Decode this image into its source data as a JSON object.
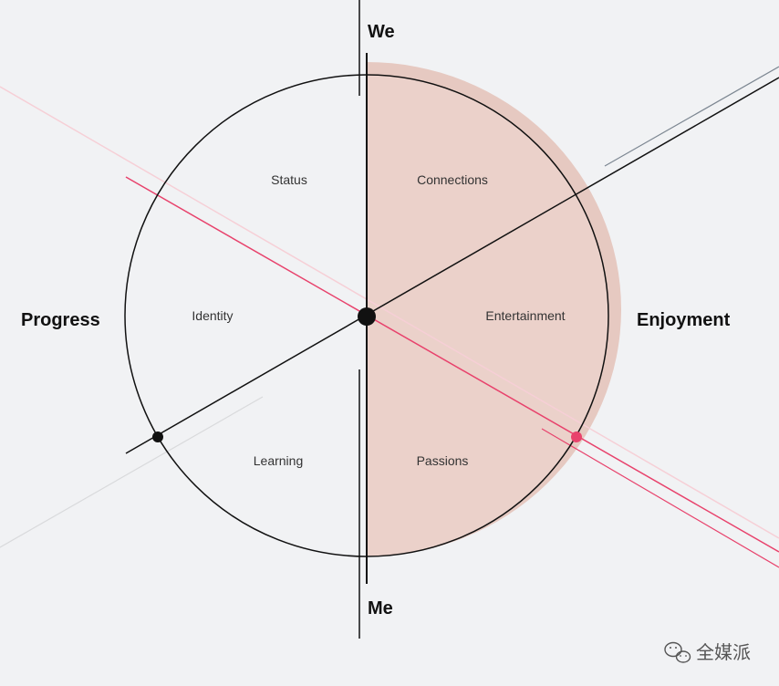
{
  "axes": {
    "top": "We",
    "bottom": "Me",
    "left": "Progress",
    "right": "Enjoyment"
  },
  "segments": {
    "status": "Status",
    "connections": "Connections",
    "identity": "Identity",
    "entertainment": "Entertainment",
    "learning": "Learning",
    "passions": "Passions"
  },
  "watermark": {
    "text": "全媒派",
    "icon": "wechat-icon"
  },
  "colors": {
    "background": "#f1f2f4",
    "highlight_fill": "#ebd1ca",
    "highlight_outer": "#e6c9c1",
    "accent_pink": "#e8426c",
    "light_pink": "#f6cfd6",
    "line": "#111111"
  }
}
